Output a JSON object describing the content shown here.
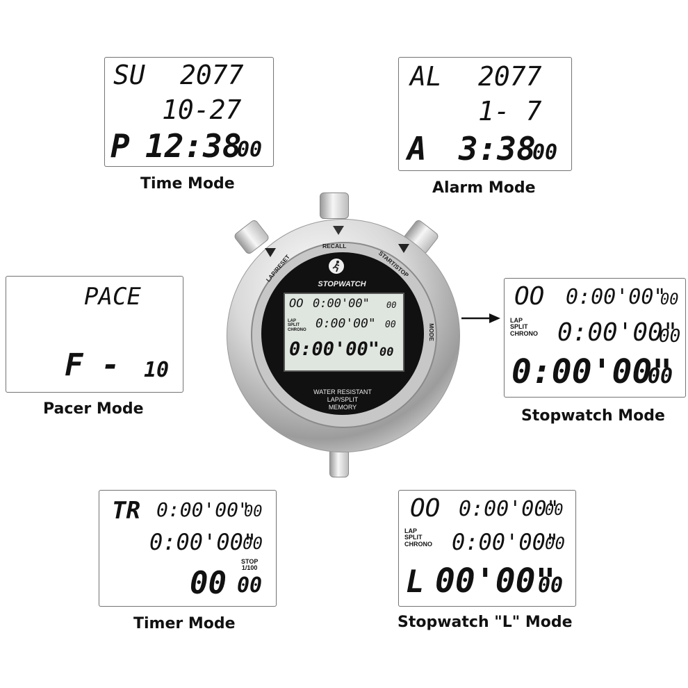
{
  "time_mode": {
    "caption": "Time Mode",
    "line1_left": "SU",
    "line1_right": "2077",
    "line2": "10-27",
    "line3_prefix": "P",
    "line3_main": "12:38",
    "line3_small": "00"
  },
  "alarm_mode": {
    "caption": "Alarm Mode",
    "line1_left": "AL",
    "line1_right": "2077",
    "line2": "1- 7",
    "line3_prefix": "A",
    "line3_main": "3:38",
    "line3_small": "00"
  },
  "pacer_mode": {
    "caption": "Pacer Mode",
    "line1": "PACE",
    "line2_left": "F -",
    "line2_right": "10"
  },
  "stopwatch_mode": {
    "caption": "Stopwatch Mode",
    "line1_left": "OO",
    "line1_main": "0:00'00\"",
    "line1_small": "00",
    "labels": [
      "LAP",
      "SPLIT",
      "CHRONO"
    ],
    "line2_main": "0:00'00\"",
    "line2_small": "00",
    "line3_main": "0:00'00\"",
    "line3_small": "00"
  },
  "timer_mode": {
    "caption": "Timer Mode",
    "line1_left": "TR",
    "line1_main": "0:00'00\"",
    "line1_small": "00",
    "line2_main": "0:00'00\"",
    "line2_small": "00",
    "stop_label": "STOP",
    "hundredth_label": "1/100",
    "line3_main": "00",
    "line3_small": "00"
  },
  "stopwatch_l_mode": {
    "caption": "Stopwatch \"L\" Mode",
    "line1_left": "OO",
    "line1_main": "0:00'00\"",
    "line1_small": "00",
    "labels": [
      "LAP",
      "SPLIT",
      "CHRONO"
    ],
    "line2_main": "0:00'00\"",
    "line2_small": "00",
    "line3_prefix": "L",
    "line3_main": "00'00\"",
    "line3_small": "00"
  },
  "watch": {
    "recall_label": "RECALL",
    "lap_reset_label": "LAP/RESET",
    "start_stop_label": "START/STOP",
    "mode_label": "MODE",
    "face_title": "STOPWATCH",
    "face_line1": "WATER RESISTANT",
    "face_line2": "LAP/SPLIT",
    "face_line3": "MEMORY",
    "lcd_line1_left": "OO",
    "lcd_line1_main": "0:00'00\"",
    "lcd_line1_small": "00",
    "lcd_labels": [
      "LAP",
      "SPLIT",
      "CHRONO"
    ],
    "lcd_line2_main": "0:00'00\"",
    "lcd_line2_small": "00",
    "lcd_line3_main": "0:00'00\"",
    "lcd_line3_small": "00"
  },
  "colors": {
    "lcd_text": "#111111",
    "lcd_bg": "#dfe5df",
    "face": "#111111"
  }
}
